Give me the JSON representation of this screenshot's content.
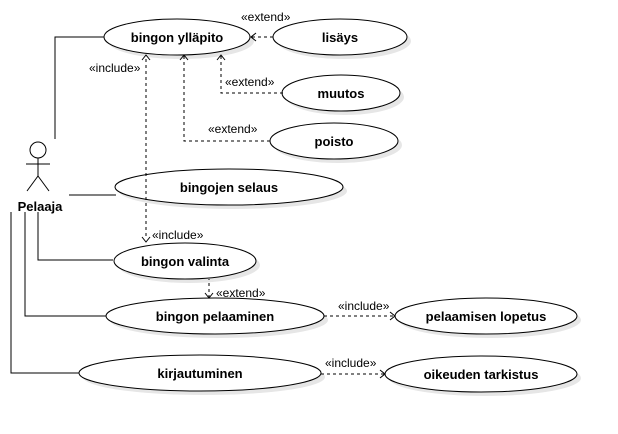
{
  "actor": {
    "name": "Pelaaja"
  },
  "use_cases": {
    "yllapito": "bingon ylläpito",
    "lisays": "lisäys",
    "muutos": "muutos",
    "poisto": "poisto",
    "selaus": "bingojen selaus",
    "valinta": "bingon valinta",
    "pelaaminen": "bingon pelaaminen",
    "lopetus": "pelaamisen lopetus",
    "kirjautuminen": "kirjautuminen",
    "tarkistus": "oikeuden tarkistus"
  },
  "relations": {
    "extend_lisays": "«extend»",
    "extend_muutos": "«extend»",
    "extend_poisto": "«extend»",
    "include_yllapito": "«include»",
    "include_valinta": "«include»",
    "extend_pelaaminen": "«extend»",
    "include_lopetus": "«include»",
    "include_tarkistus": "«include»"
  },
  "colors": {
    "stroke": "#000000",
    "fill": "#ffffff",
    "shadow": "#e6e6e6"
  }
}
